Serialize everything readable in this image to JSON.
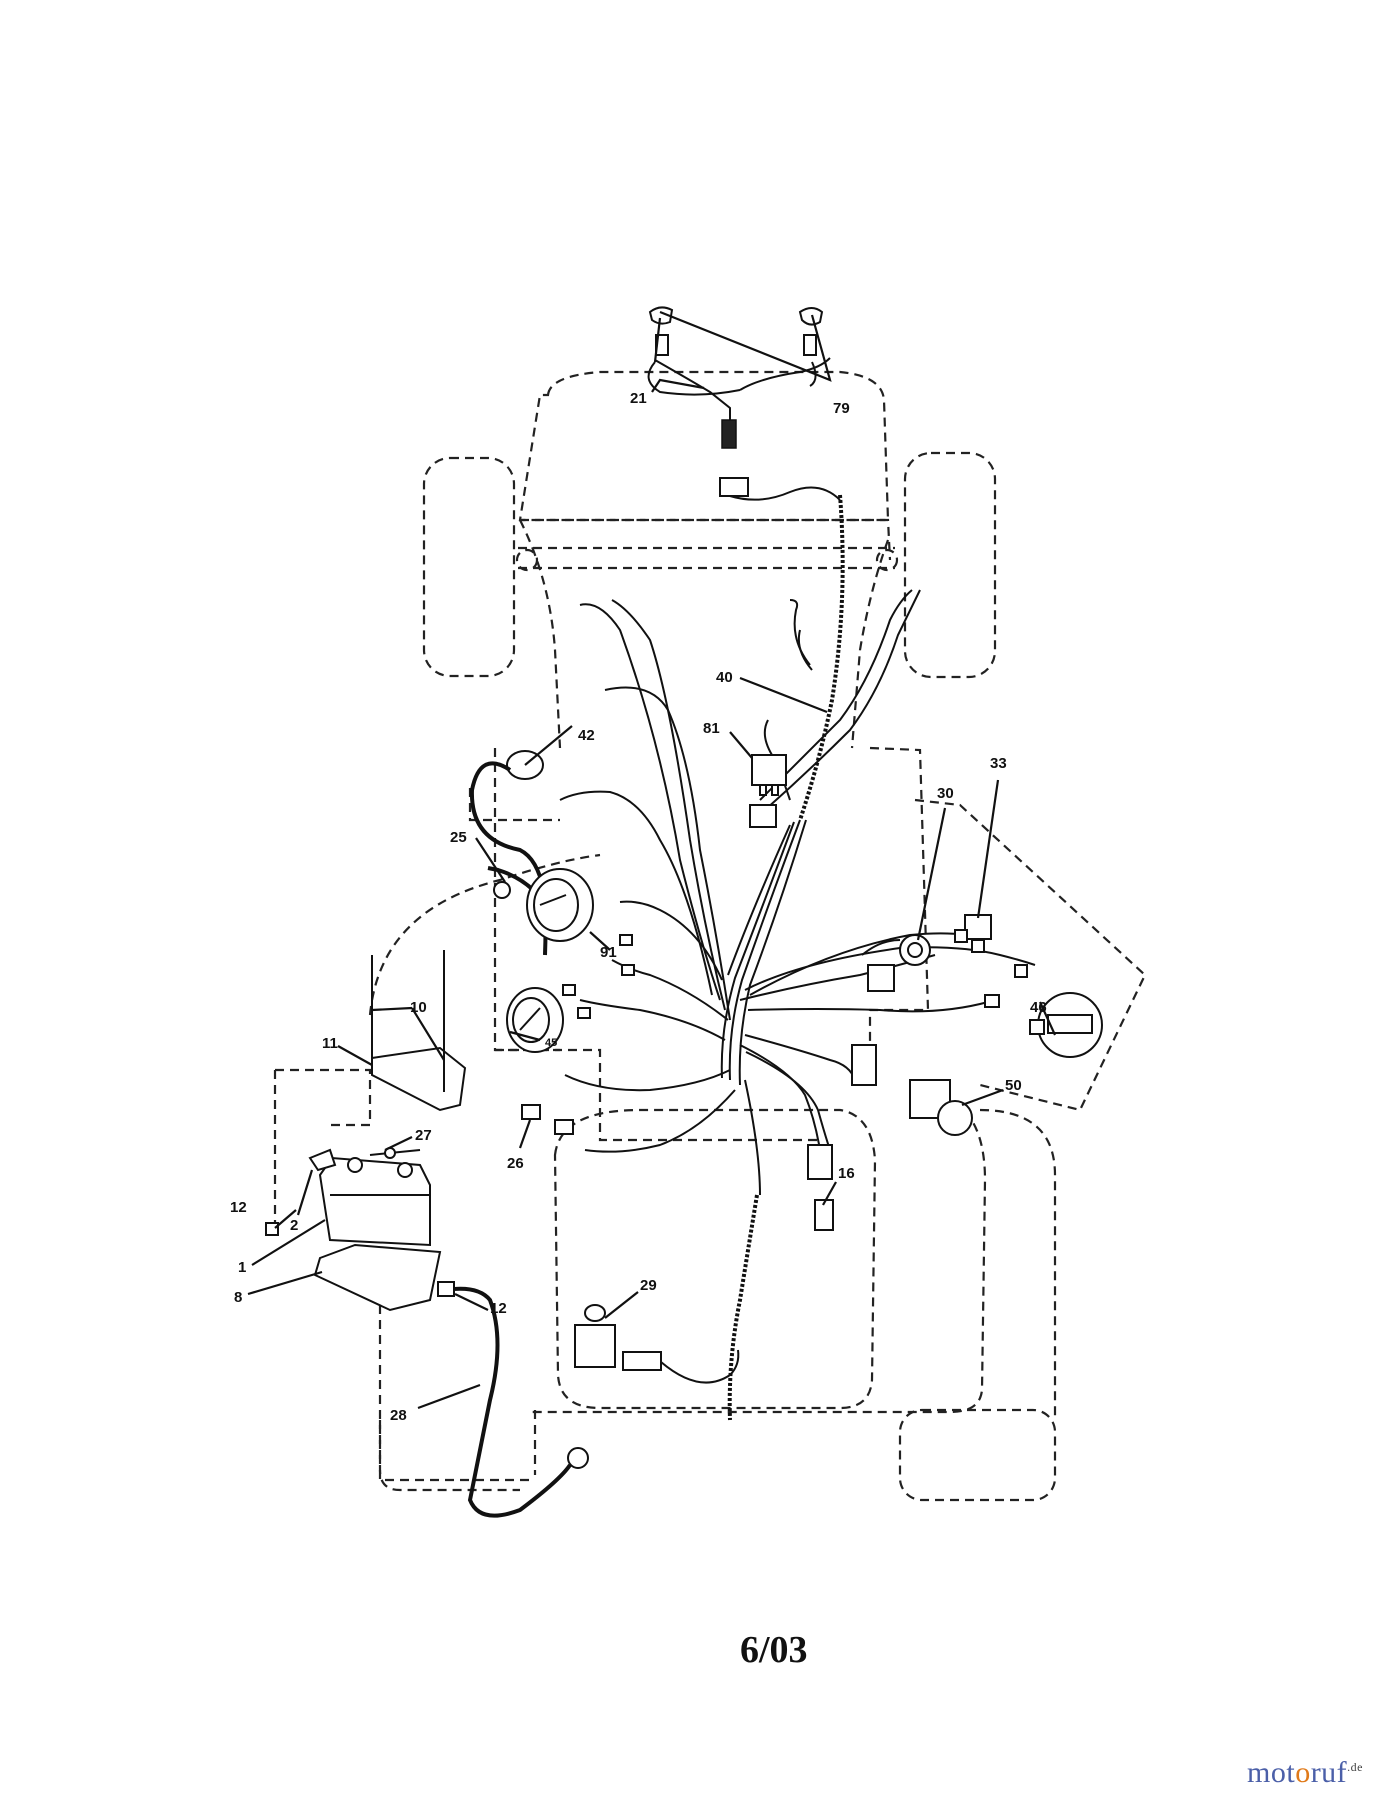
{
  "title": "",
  "date_code": "6/03",
  "watermark": {
    "part1": "mot",
    "part2": "o",
    "part3": "ruf",
    "domain": ".de"
  },
  "callouts": [
    {
      "id": "c21",
      "label": "21"
    },
    {
      "id": "c79",
      "label": "79"
    },
    {
      "id": "c40",
      "label": "40"
    },
    {
      "id": "c42",
      "label": "42"
    },
    {
      "id": "c81",
      "label": "81"
    },
    {
      "id": "c33",
      "label": "33"
    },
    {
      "id": "c30",
      "label": "30"
    },
    {
      "id": "c25",
      "label": "25"
    },
    {
      "id": "c91",
      "label": "91"
    },
    {
      "id": "c10",
      "label": "10"
    },
    {
      "id": "c45",
      "label": "45"
    },
    {
      "id": "c46",
      "label": "46"
    },
    {
      "id": "c11",
      "label": "11"
    },
    {
      "id": "c50",
      "label": "50"
    },
    {
      "id": "c27",
      "label": "27"
    },
    {
      "id": "c26",
      "label": "26"
    },
    {
      "id": "c16",
      "label": "16"
    },
    {
      "id": "c12a",
      "label": "12"
    },
    {
      "id": "c2",
      "label": "2"
    },
    {
      "id": "c1",
      "label": "1"
    },
    {
      "id": "c8",
      "label": "8"
    },
    {
      "id": "c29",
      "label": "29"
    },
    {
      "id": "c12b",
      "label": "12"
    },
    {
      "id": "c28",
      "label": "28"
    }
  ]
}
